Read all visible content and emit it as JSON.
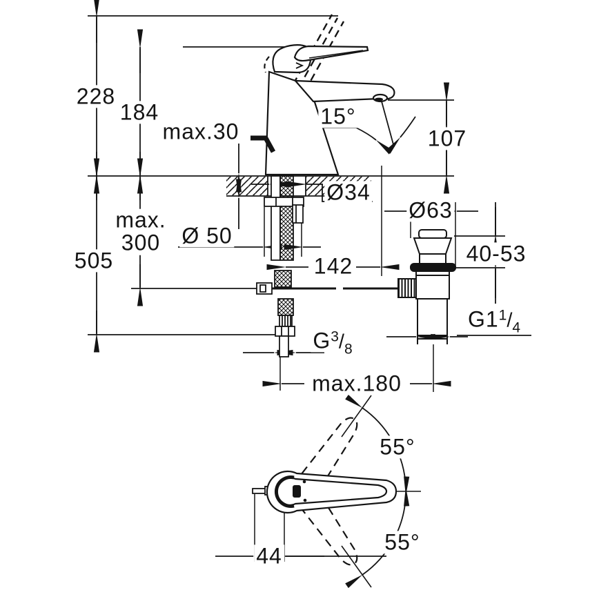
{
  "colors": {
    "line": "#141414",
    "background": "#ffffff"
  },
  "labels": {
    "height_total": "228",
    "height_to_lever": "184",
    "deck_thickness": "max.30",
    "spout_angle": "15°",
    "spout_height": "107",
    "hole_diameter": "Ø34",
    "base_diameter": "Ø 50",
    "max_depth": {
      "line1": "max.",
      "line2": "300"
    },
    "total_depth": "505",
    "spout_projection": "142",
    "waste_flange_diameter": "Ø63",
    "clamping_range": "40-53",
    "waste_thread": {
      "base": "G1",
      "sup": "1",
      "slash": "/",
      "sub": "4"
    },
    "supply_thread": {
      "base": "G",
      "sup": "3",
      "slash": "/",
      "sub": "8"
    },
    "max_distance": "max.180",
    "swivel_angle_top": "55°",
    "swivel_angle_bottom": "55°",
    "handle_offset": "44"
  }
}
